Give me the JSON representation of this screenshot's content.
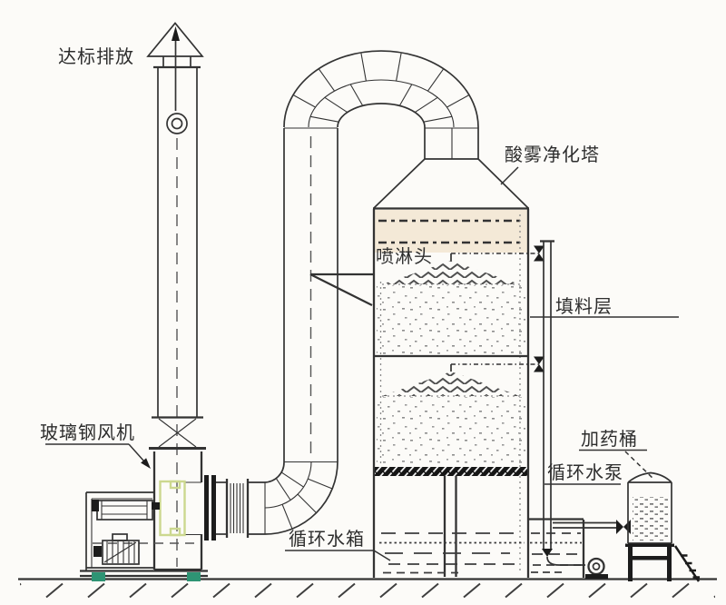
{
  "labels": {
    "discharge": "达标排放",
    "tower": "酸雾净化塔",
    "spray_head": "喷淋头",
    "packing_layer": "填料层",
    "fan": "玻璃钢风机",
    "water_tank": "循环水箱",
    "water_pump": "循环水泵",
    "dosing_barrel": "加药桶"
  },
  "colors": {
    "line": "#333333",
    "line-soft": "#555555",
    "band": "#f4e9d7",
    "highlight": "#ccd88f",
    "feet": "#2e9474",
    "dark": "#1c1c1c",
    "background": "#fcfbf8",
    "text": "#2d2d2d"
  }
}
